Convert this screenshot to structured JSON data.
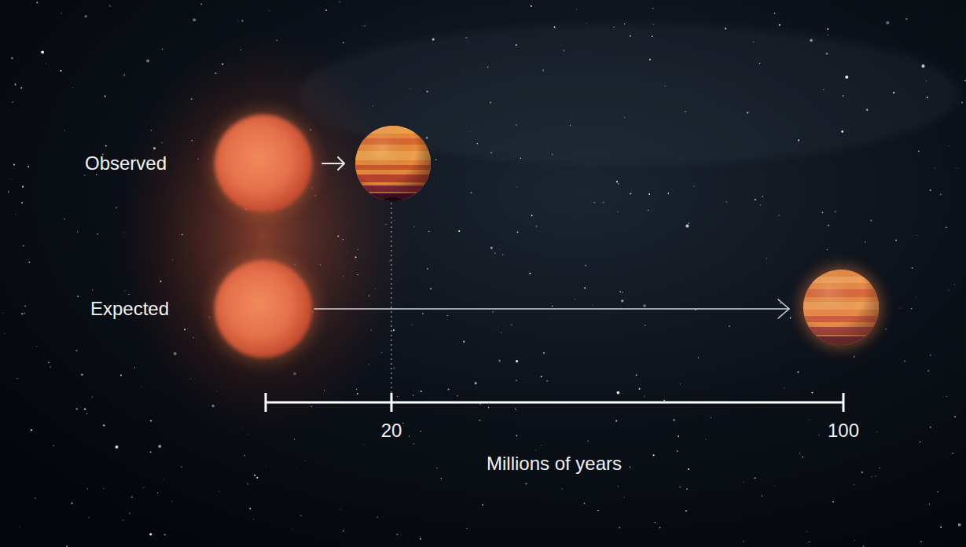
{
  "diagram": {
    "labels": [
      "Observed",
      "Expected",
      "20",
      "100",
      "Millions of years"
    ]
  }
}
